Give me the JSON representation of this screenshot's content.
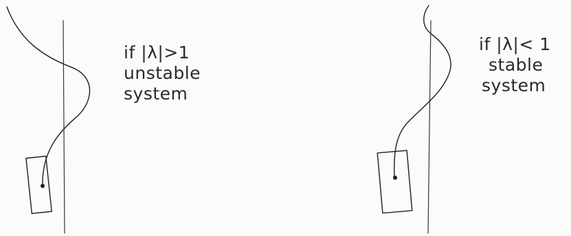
{
  "left_panel": {
    "condition": "if |λ|>1",
    "line1": "unstable",
    "line2": "system"
  },
  "right_panel": {
    "condition": "if |λ|< 1",
    "line1": "stable",
    "line2": "system"
  }
}
